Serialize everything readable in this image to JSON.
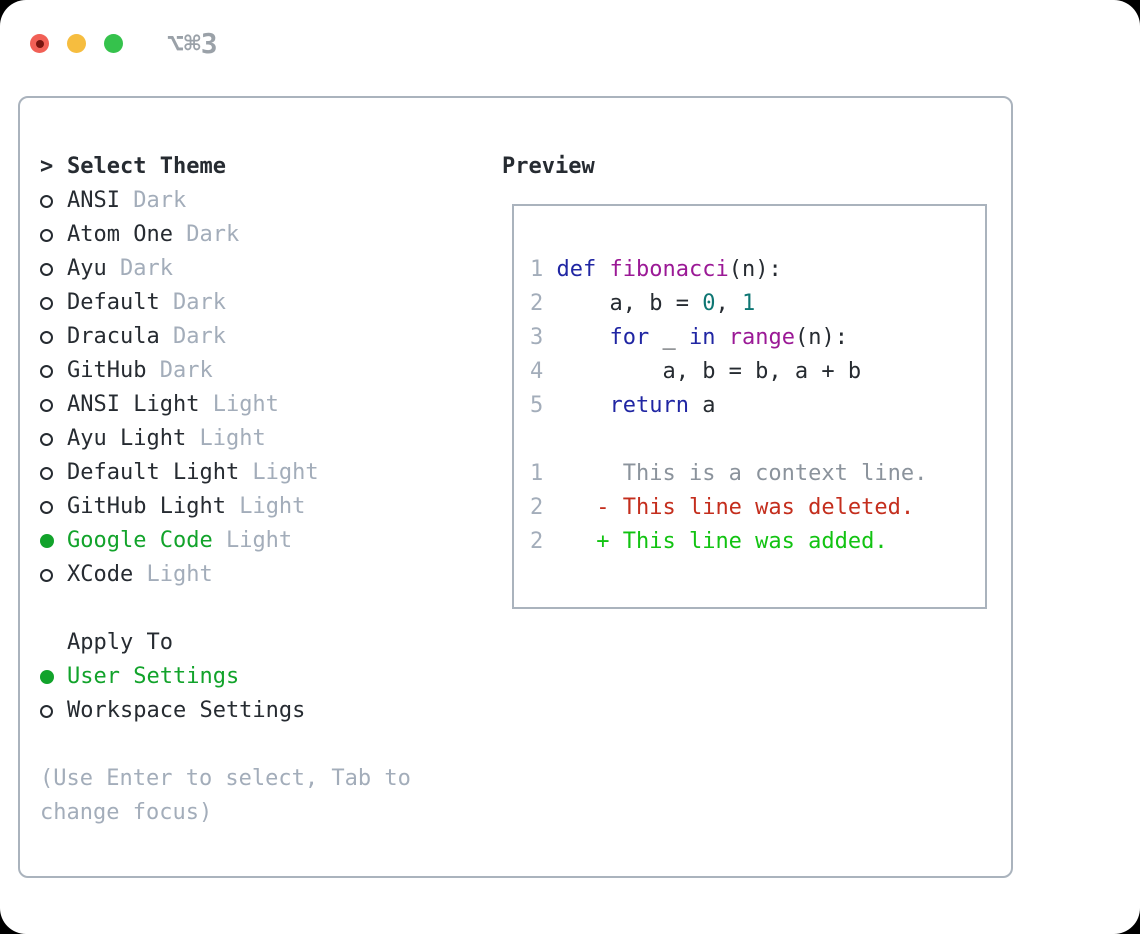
{
  "window": {
    "title": "⌥⌘3",
    "traffic_lights": [
      "close",
      "minimize",
      "zoom"
    ]
  },
  "theme_list": {
    "header": "Select Theme",
    "header_marker": ">",
    "items": [
      {
        "name": "ANSI",
        "variant": "Dark",
        "selected": false
      },
      {
        "name": "Atom One",
        "variant": "Dark",
        "selected": false
      },
      {
        "name": "Ayu",
        "variant": "Dark",
        "selected": false
      },
      {
        "name": "Default",
        "variant": "Dark",
        "selected": false
      },
      {
        "name": "Dracula",
        "variant": "Dark",
        "selected": false
      },
      {
        "name": "GitHub",
        "variant": "Dark",
        "selected": false
      },
      {
        "name": "ANSI Light",
        "variant": "Light",
        "selected": false
      },
      {
        "name": "Ayu Light",
        "variant": "Light",
        "selected": false
      },
      {
        "name": "Default Light",
        "variant": "Light",
        "selected": false
      },
      {
        "name": "GitHub Light",
        "variant": "Light",
        "selected": false
      },
      {
        "name": "Google Code",
        "variant": "Light",
        "selected": true
      },
      {
        "name": "XCode",
        "variant": "Light",
        "selected": false
      }
    ]
  },
  "apply_to": {
    "header": "Apply To",
    "options": [
      {
        "label": "User Settings",
        "selected": true
      },
      {
        "label": "Workspace Settings",
        "selected": false
      }
    ]
  },
  "hint": "(Use Enter to select, Tab to change focus)",
  "preview": {
    "header": "Preview",
    "code_lines": [
      {
        "num": "1",
        "tokens": [
          {
            "t": "def",
            "c": "kw"
          },
          {
            "t": " ",
            "c": "pl"
          },
          {
            "t": "fibonacci",
            "c": "fn"
          },
          {
            "t": "(n):",
            "c": "pl"
          }
        ]
      },
      {
        "num": "2",
        "tokens": [
          {
            "t": "    a, b = ",
            "c": "pl"
          },
          {
            "t": "0",
            "c": "num"
          },
          {
            "t": ", ",
            "c": "pl"
          },
          {
            "t": "1",
            "c": "num"
          }
        ]
      },
      {
        "num": "3",
        "tokens": [
          {
            "t": "    ",
            "c": "pl"
          },
          {
            "t": "for",
            "c": "kw"
          },
          {
            "t": " _ ",
            "c": "pl"
          },
          {
            "t": "in",
            "c": "kw"
          },
          {
            "t": " ",
            "c": "pl"
          },
          {
            "t": "range",
            "c": "fn"
          },
          {
            "t": "(n):",
            "c": "pl"
          }
        ]
      },
      {
        "num": "4",
        "tokens": [
          {
            "t": "        a, b = b, a + b",
            "c": "pl"
          }
        ]
      },
      {
        "num": "5",
        "tokens": [
          {
            "t": "    ",
            "c": "pl"
          },
          {
            "t": "return",
            "c": "kw"
          },
          {
            "t": " a",
            "c": "pl"
          }
        ]
      }
    ],
    "diff_lines": [
      {
        "num": "1",
        "marker": " ",
        "text": "This is a context line.",
        "kind": "context"
      },
      {
        "num": "2",
        "marker": "-",
        "text": "This line was deleted.",
        "kind": "deleted"
      },
      {
        "num": "2",
        "marker": "+",
        "text": "This line was added.",
        "kind": "added"
      }
    ]
  },
  "colors": {
    "text": "#262b31",
    "muted": "#a3adba",
    "green": "#12a32b",
    "added": "#12c312",
    "deleted": "#c42e1d",
    "keyword": "#2026a3",
    "function": "#9b1996",
    "number": "#0e7673",
    "linenum": "#a3adba",
    "context": "#8b939c",
    "border": "#aab3bd",
    "title": "#9aa1a8",
    "light_red": "#f16056",
    "light_red_dot": "#77150f",
    "light_yellow": "#f6bd3f",
    "light_green": "#35c24c"
  }
}
